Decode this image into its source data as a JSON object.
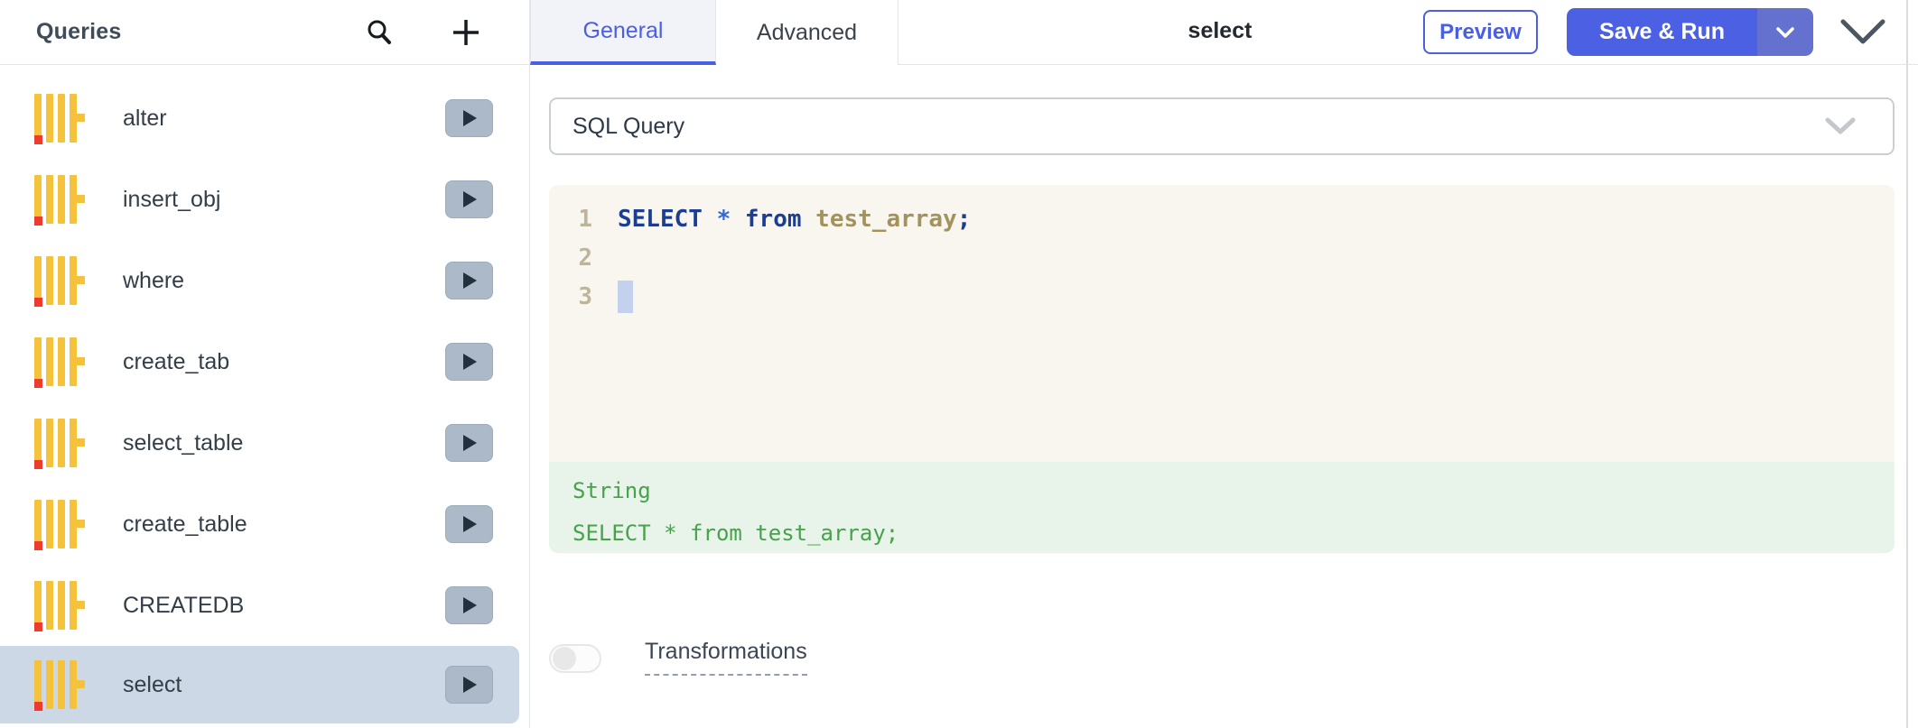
{
  "sidebar": {
    "title": "Queries",
    "items": [
      {
        "label": "alter",
        "selected": false
      },
      {
        "label": "insert_obj",
        "selected": false
      },
      {
        "label": "where",
        "selected": false
      },
      {
        "label": "create_tab",
        "selected": false
      },
      {
        "label": "select_table",
        "selected": false
      },
      {
        "label": "create_table",
        "selected": false
      },
      {
        "label": "CREATEDB",
        "selected": false
      },
      {
        "label": "select",
        "selected": true
      }
    ]
  },
  "topbar": {
    "tabs": [
      {
        "label": "General",
        "active": true
      },
      {
        "label": "Advanced",
        "active": false
      }
    ],
    "title": "select",
    "preview_label": "Preview",
    "save_run_label": "Save & Run"
  },
  "query_type": {
    "selected": "SQL Query"
  },
  "editor": {
    "lines": [
      {
        "number": "1",
        "tokens": [
          {
            "text": "SELECT ",
            "type": "keyword"
          },
          {
            "text": "* ",
            "type": "operator"
          },
          {
            "text": "from ",
            "type": "keyword"
          },
          {
            "text": "test_array",
            "type": "identifier"
          },
          {
            "text": ";",
            "type": "punctuation"
          }
        ]
      },
      {
        "number": "2",
        "tokens": []
      },
      {
        "number": "3",
        "tokens": [],
        "cursor": true
      }
    ]
  },
  "preview_output": {
    "type_label": "String",
    "value": "SELECT * from test_array;"
  },
  "transformations": {
    "label": "Transformations",
    "enabled": false
  },
  "icons": [
    "search-icon",
    "add-query-icon",
    "query-icon",
    "play-icon",
    "chevron-down-icon",
    "caret-down-icon",
    "collapse-panel-icon"
  ],
  "colors": {
    "accent_blue": "#4C60E4",
    "tab_blue": "#4A5FE1",
    "icon_yellow": "#F5C33B",
    "icon_red": "#EC3B2F",
    "selected_row": "#CCD8E6",
    "editor_bg": "#F8F6EF",
    "output_bg": "#E8F3E9",
    "output_green": "#47A24C",
    "code_keyword": "#1B3E92",
    "code_operator": "#3568D4",
    "code_identifier": "#A2935D"
  }
}
